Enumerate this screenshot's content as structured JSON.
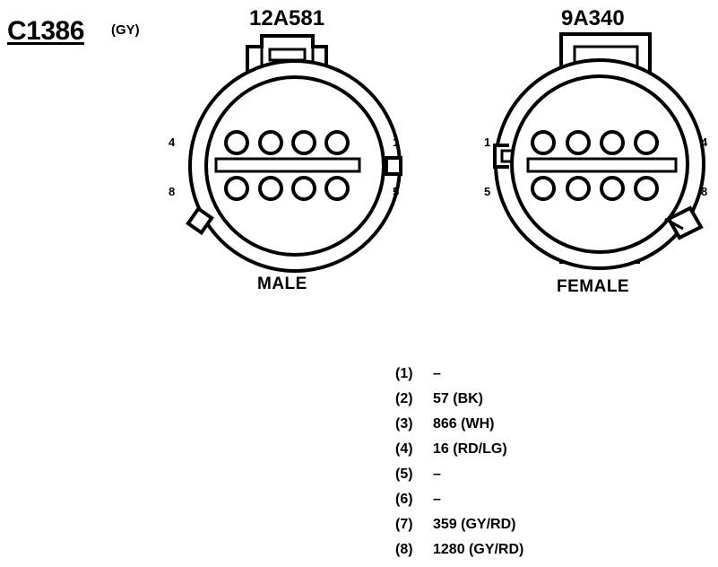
{
  "connector": {
    "id": "C1386",
    "color_code": "(GY)"
  },
  "male": {
    "part_number": "12A581",
    "label": "MALE",
    "pins": {
      "top_left": "4",
      "top_right": "1",
      "bottom_left": "8",
      "bottom_right": "5"
    }
  },
  "female": {
    "part_number": "9A340",
    "label": "FEMALE",
    "pins": {
      "top_left": "1",
      "top_right": "4",
      "bottom_left": "5",
      "bottom_right": "8"
    }
  },
  "pinout": [
    {
      "pin": "(1)",
      "circuit": "–"
    },
    {
      "pin": "(2)",
      "circuit": "57 (BK)"
    },
    {
      "pin": "(3)",
      "circuit": "866 (WH)"
    },
    {
      "pin": "(4)",
      "circuit": "16 (RD/LG)"
    },
    {
      "pin": "(5)",
      "circuit": "–"
    },
    {
      "pin": "(6)",
      "circuit": "–"
    },
    {
      "pin": "(7)",
      "circuit": "359 (GY/RD)"
    },
    {
      "pin": "(8)",
      "circuit": "1280 (GY/RD)"
    }
  ]
}
